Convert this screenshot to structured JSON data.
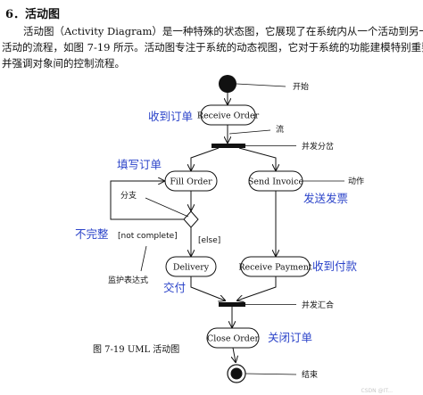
{
  "text": {
    "heading": "6．活动图",
    "para1": "活动图（Activity Diagram）是一种特殊的状态图，它展现了在系统内从一个活动到另一个",
    "para2": "活动的流程，如图 7-19 所示。活动图专注于系统的动态视图，它对于系统的功能建模特别重要，",
    "para3": "并强调对象间的控制流程。"
  },
  "diagram": {
    "nodes": {
      "receive_order": "Receive Order",
      "fill_order": "Fill Order",
      "send_invoice": "Send Invoice",
      "delivery": "Delivery",
      "receive_payment": "Receive Payment",
      "close_order": "Close Order"
    },
    "annotations": {
      "start": "开始",
      "flow": "流",
      "fork": "并发分岔",
      "action": "动作",
      "branch": "分支",
      "guard_incomplete": "[not complete]",
      "guard_else": "[else]",
      "guard_expr": "监护表达式",
      "join": "并发汇合",
      "end": "结束"
    },
    "blue_labels": {
      "receive_order": "收到订单",
      "fill_order": "填写订单",
      "send_invoice": "发送发票",
      "incomplete": "不完整",
      "delivery": "交付",
      "receive_payment": "收到付款",
      "close_order": "关闭订单"
    },
    "caption": "图 7-19    UML 活动图",
    "watermark": "CSDN @IT..."
  },
  "colors": {
    "blue_label": "#2b43c9",
    "line": "#111111"
  }
}
